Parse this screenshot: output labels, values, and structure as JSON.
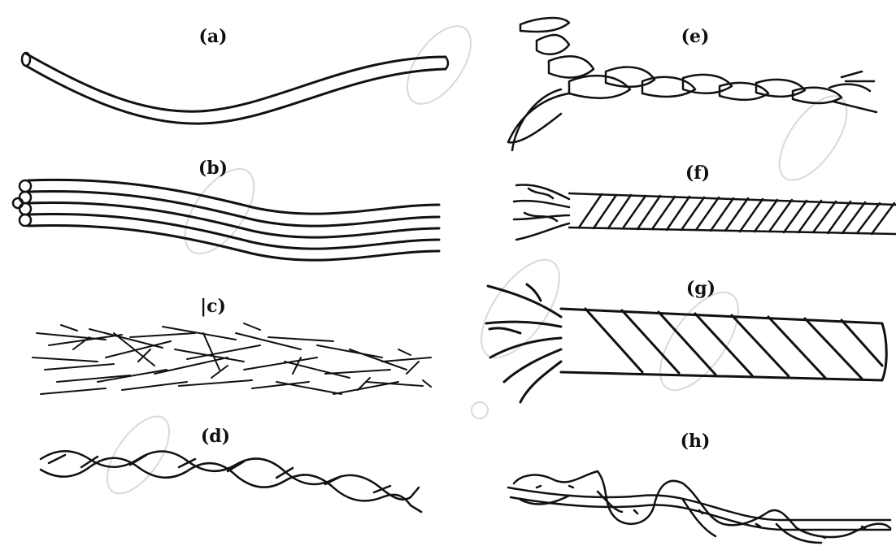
{
  "figure": {
    "panels": [
      {
        "id": "a",
        "label": "(a)"
      },
      {
        "id": "b",
        "label": "(b)"
      },
      {
        "id": "c",
        "label": "|c)"
      },
      {
        "id": "d",
        "label": "(d)"
      },
      {
        "id": "e",
        "label": "(e)"
      },
      {
        "id": "f",
        "label": "(f)"
      },
      {
        "id": "g",
        "label": "(g)"
      },
      {
        "id": "h",
        "label": "(h)"
      }
    ]
  }
}
